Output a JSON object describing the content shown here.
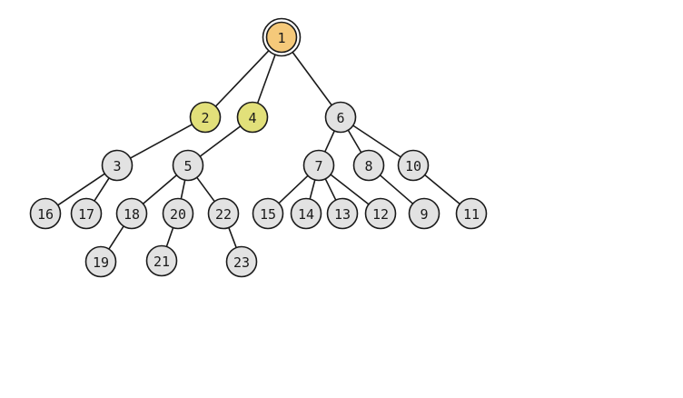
{
  "colors": {
    "root": "#f5c97a",
    "highlight": "#e2e07a",
    "default": "#e2e2e2"
  },
  "nodes": [
    {
      "id": "1",
      "label": "1",
      "style": "root"
    },
    {
      "id": "2",
      "label": "2",
      "style": "highlight"
    },
    {
      "id": "4",
      "label": "4",
      "style": "highlight"
    },
    {
      "id": "6",
      "label": "6",
      "style": "default"
    },
    {
      "id": "3",
      "label": "3",
      "style": "default"
    },
    {
      "id": "5",
      "label": "5",
      "style": "default"
    },
    {
      "id": "7",
      "label": "7",
      "style": "default"
    },
    {
      "id": "8",
      "label": "8",
      "style": "default"
    },
    {
      "id": "10",
      "label": "10",
      "style": "default"
    },
    {
      "id": "16",
      "label": "16",
      "style": "default"
    },
    {
      "id": "17",
      "label": "17",
      "style": "default"
    },
    {
      "id": "18",
      "label": "18",
      "style": "default"
    },
    {
      "id": "20",
      "label": "20",
      "style": "default"
    },
    {
      "id": "22",
      "label": "22",
      "style": "default"
    },
    {
      "id": "15",
      "label": "15",
      "style": "default"
    },
    {
      "id": "14",
      "label": "14",
      "style": "default"
    },
    {
      "id": "13",
      "label": "13",
      "style": "default"
    },
    {
      "id": "12",
      "label": "12",
      "style": "default"
    },
    {
      "id": "9",
      "label": "9",
      "style": "default"
    },
    {
      "id": "11",
      "label": "11",
      "style": "default"
    },
    {
      "id": "19",
      "label": "19",
      "style": "default"
    },
    {
      "id": "21",
      "label": "21",
      "style": "default"
    },
    {
      "id": "23",
      "label": "23",
      "style": "default"
    }
  ],
  "edges": [
    [
      "1",
      "2"
    ],
    [
      "1",
      "4"
    ],
    [
      "1",
      "6"
    ],
    [
      "2",
      "3"
    ],
    [
      "4",
      "5"
    ],
    [
      "6",
      "7"
    ],
    [
      "6",
      "8"
    ],
    [
      "6",
      "10"
    ],
    [
      "3",
      "16"
    ],
    [
      "3",
      "17"
    ],
    [
      "5",
      "18"
    ],
    [
      "5",
      "20"
    ],
    [
      "5",
      "22"
    ],
    [
      "7",
      "15"
    ],
    [
      "7",
      "14"
    ],
    [
      "7",
      "13"
    ],
    [
      "7",
      "12"
    ],
    [
      "8",
      "9"
    ],
    [
      "10",
      "11"
    ],
    [
      "18",
      "19"
    ],
    [
      "20",
      "21"
    ],
    [
      "22",
      "23"
    ]
  ]
}
